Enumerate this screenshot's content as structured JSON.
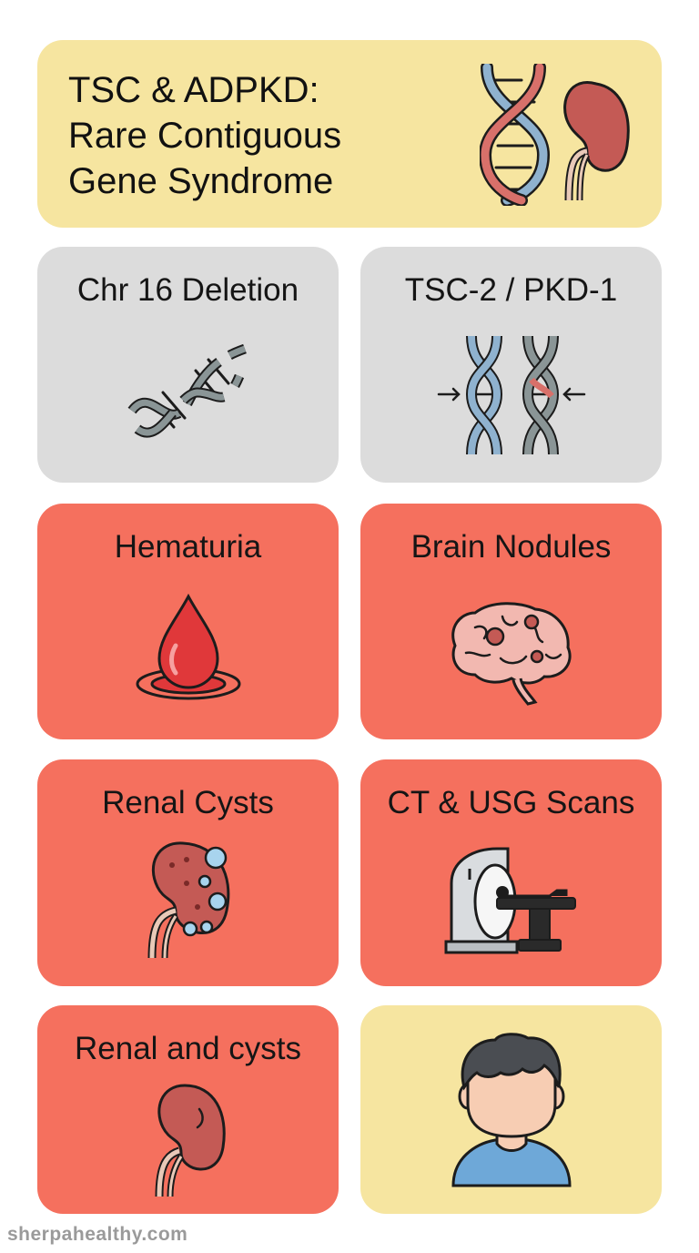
{
  "hero": {
    "title": "TSC & ADPKD:\nRare Contiguous\nGene Syndrome",
    "icons": [
      "dna-icon",
      "kidney-icon"
    ]
  },
  "tiles": [
    {
      "label": "Chr 16 Deletion",
      "icon": "broken-dna-icon"
    },
    {
      "label": "TSC-2 / PKD-1",
      "icon": "adjacent-genes-icon"
    },
    {
      "label": "Hematuria",
      "icon": "blood-drop-icon"
    },
    {
      "label": "Brain Nodules",
      "icon": "brain-icon"
    },
    {
      "label": "Renal Cysts",
      "icon": "kidney-cysts-icon"
    },
    {
      "label": "CT & USG Scans",
      "icon": "ct-scanner-icon"
    },
    {
      "label": "Renal and cysts",
      "icon": "kidney-icon"
    },
    {
      "label": "",
      "icon": "patient-avatar-icon"
    }
  ],
  "footer": {
    "site": "sherpahealthy.com"
  },
  "colors": {
    "yellow": "#f6e5a0",
    "grey": "#dcdcdc",
    "red": "#f5705e",
    "kidney": "#c45a55",
    "dna_blue": "#8fb2cf",
    "dna_red": "#d8706a"
  }
}
